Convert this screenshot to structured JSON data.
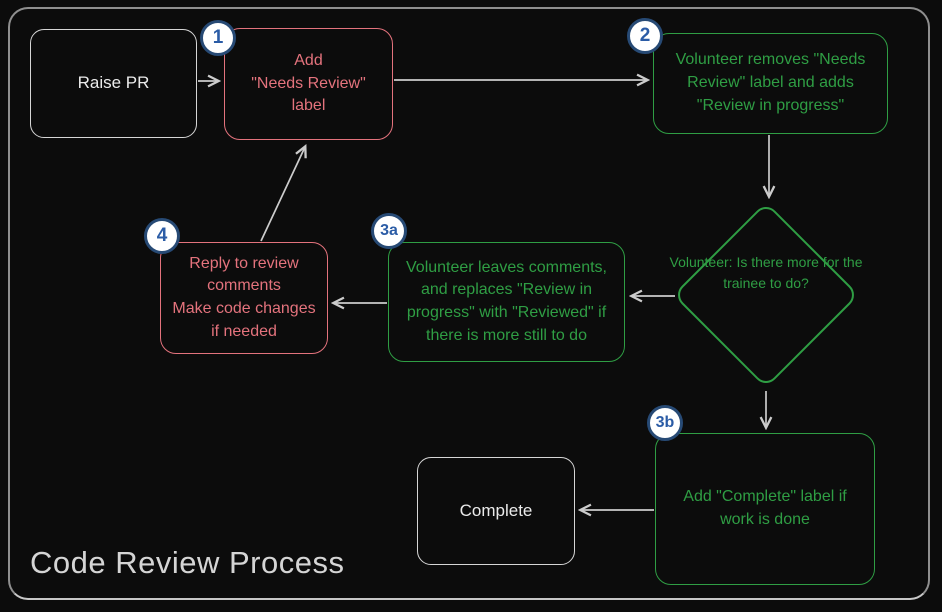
{
  "title": "Code Review Process",
  "colors": {
    "background": "#0c0c0c",
    "frame_border": "#8f8f8f",
    "red_node": "#e4737d",
    "green_node": "#2f9e44",
    "neutral_node_border": "#d6d6d6",
    "neutral_node_text": "#ebebeb",
    "arrow": "#cccccc",
    "badge_fill": "#ffffff",
    "badge_border": "#274a75",
    "badge_text": "#2b5ca6",
    "title_text": "#d5d5d5"
  },
  "nodes": {
    "raise_pr": {
      "label": "Raise PR"
    },
    "add_needs_review": {
      "badge": "1",
      "label": "Add\n\"Needs Review\"\nlabel"
    },
    "volunteer_removes": {
      "badge": "2",
      "label": "Volunteer removes \"Needs\nReview\" label and adds\n\"Review in progress\""
    },
    "decision": {
      "label": "Volunteer:\nIs there more for\nthe trainee to do?"
    },
    "volunteer_leaves_comments": {
      "badge": "3a",
      "label": "Volunteer leaves comments,\nand replaces \"Review in\nprogress\" with \"Reviewed\" if\nthere is more still to do"
    },
    "reply_to_comments": {
      "badge": "4",
      "label": "Reply to review\ncomments\nMake code changes\nif needed"
    },
    "add_complete_label": {
      "badge": "3b",
      "label": "Add \"Complete\" label if\nwork is done"
    },
    "complete": {
      "label": "Complete"
    }
  },
  "edges": [
    {
      "from": "raise_pr",
      "to": "add_needs_review"
    },
    {
      "from": "add_needs_review",
      "to": "volunteer_removes"
    },
    {
      "from": "volunteer_removes",
      "to": "decision"
    },
    {
      "from": "decision",
      "to": "volunteer_leaves_comments"
    },
    {
      "from": "volunteer_leaves_comments",
      "to": "reply_to_comments"
    },
    {
      "from": "reply_to_comments",
      "to": "add_needs_review"
    },
    {
      "from": "decision",
      "to": "add_complete_label"
    },
    {
      "from": "add_complete_label",
      "to": "complete"
    }
  ]
}
